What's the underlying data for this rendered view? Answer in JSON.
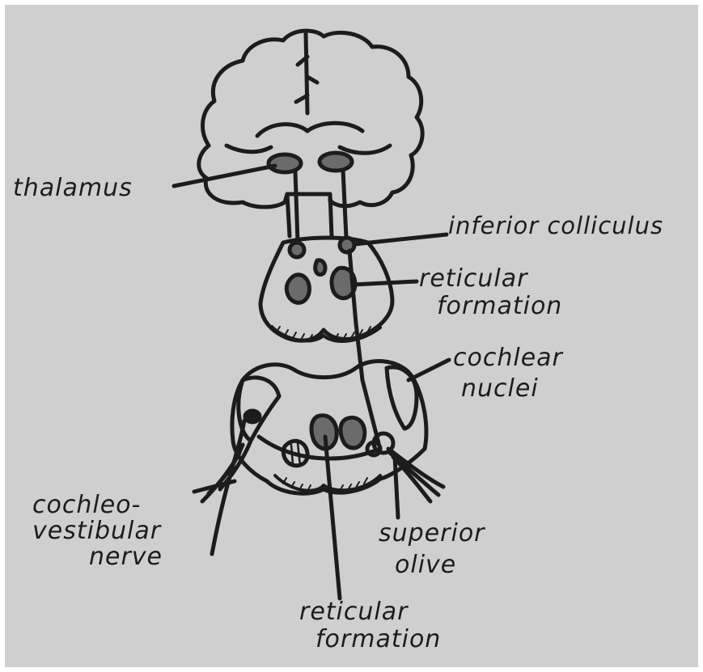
{
  "labels": {
    "thalamus": "thalamus",
    "inferior_colliculus": "inferior colliculus",
    "reticular_formation_upper_1": "reticular",
    "reticular_formation_upper_2": "formation",
    "cochlear_nuclei_1": "cochlear",
    "cochlear_nuclei_2": "nuclei",
    "cochleovestibular_nerve_1": "cochleo-",
    "cochleovestibular_nerve_2": "vestibular",
    "cochleovestibular_nerve_3": "nerve",
    "superior_olive_1": "superior",
    "superior_olive_2": "olive",
    "reticular_formation_lower_1": "reticular",
    "reticular_formation_lower_2": "formation"
  },
  "colors": {
    "ink": "#1c1c1c",
    "paper": "#cfcfcf",
    "shading": "#6b6b6b"
  }
}
